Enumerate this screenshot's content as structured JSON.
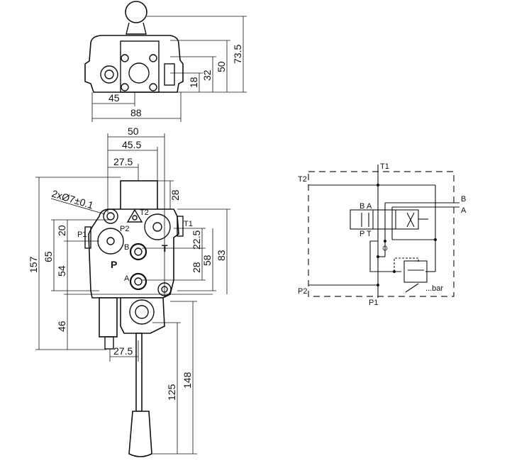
{
  "top_view": {
    "dims": {
      "d45": "45",
      "d88": "88",
      "d18": "18",
      "d32": "32",
      "d50": "50",
      "d73_5": "73.5"
    }
  },
  "front_view": {
    "dims": {
      "d50": "50",
      "d45_5": "45.5",
      "d27_5_top": "27.5",
      "d28_top": "28",
      "d157": "157",
      "d65": "65",
      "d20": "20",
      "d54": "54",
      "d46": "46",
      "d22_5": "22.5",
      "d28": "28",
      "d58": "58",
      "d83": "83",
      "d27_5_bottom": "27.5",
      "d125": "125",
      "d148": "148"
    },
    "hole_note": "2xØ7±0.1",
    "ports": {
      "t2": "T2",
      "p2": "P2",
      "t1": "T1",
      "p1": "P1",
      "b": "B",
      "a": "A",
      "t": "T",
      "p": "P"
    }
  },
  "schematic": {
    "t1": "T1",
    "t2": "T2",
    "p1": "P1",
    "p2": "P2",
    "b": "B",
    "a": "A",
    "valve_b": "B",
    "valve_a": "A",
    "valve_p": "P",
    "valve_t": "T",
    "relief": "...bar"
  }
}
